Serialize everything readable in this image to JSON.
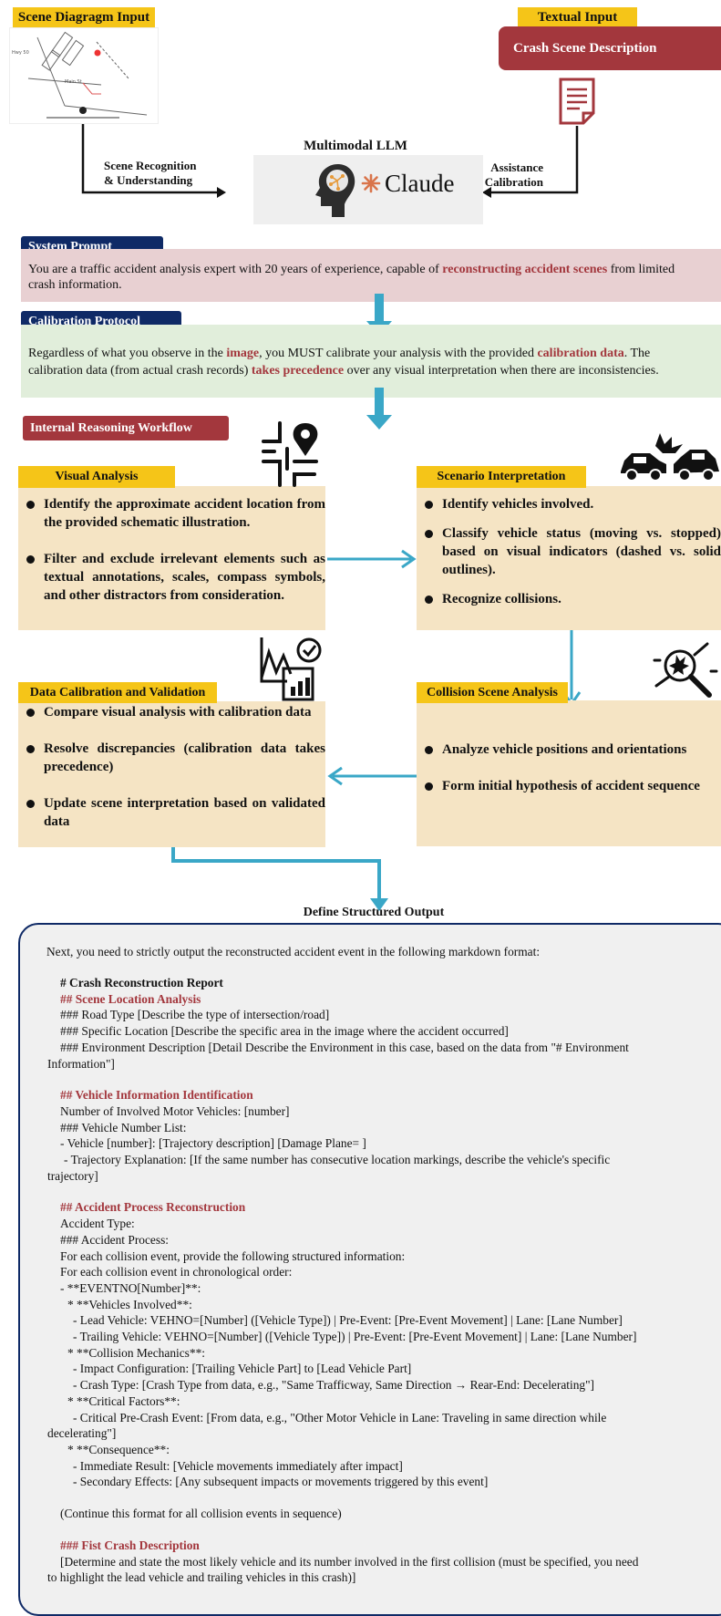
{
  "header": {
    "scene_diagram_label": "Scene Diagragm Input",
    "textual_input_label": "Textual Input",
    "crash_scene_label": "Crash Scene Description",
    "llm_title": "Multimodal LLM",
    "llm_brand": "Claude",
    "left_arrow_label_1": "Scene Recognition",
    "left_arrow_label_2": "& Understanding",
    "right_arrow_label_1": "Assistance",
    "right_arrow_label_2": "for Calibration"
  },
  "system_prompt": {
    "title": "System Prompt",
    "text_1": "You are a traffic accident analysis expert with 20 years of experience, capable of ",
    "highlight": "reconstructing accident scenes",
    "text_2": " from limited",
    "text_3": "crash information."
  },
  "calibration": {
    "title": "Calibration Protocol",
    "t1": "Regardless of what you observe in the ",
    "h1": "image",
    "t2": ", you MUST calibrate your analysis with the provided ",
    "h2": "calibration data",
    "t3": ". The",
    "t4": "calibration data (from actual crash records) ",
    "h3": "takes precedence",
    "t5": " over any visual interpretation when there are inconsistencies."
  },
  "workflow": {
    "title": "Internal Reasoning Workflow",
    "visual": {
      "title": "Visual Analysis",
      "items": [
        "Identify the approximate accident location from the provided schematic illustration.",
        "Filter and exclude irrelevant elements such as textual annotations, scales, compass symbols, and other distractors from consideration."
      ]
    },
    "scenario": {
      "title": "Scenario Interpretation",
      "items": [
        "Identify vehicles involved.",
        "Classify vehicle status (moving vs. stopped) based on visual indicators (dashed vs. solid outlines).",
        "Recognize collisions."
      ]
    },
    "calibration_validation": {
      "title": "Data Calibration and Validation",
      "items": [
        "Compare visual analysis with calibration data",
        "Resolve discrepancies (calibration data takes precedence)",
        "Update scene interpretation based on validated data"
      ]
    },
    "collision": {
      "title": "Collision Scene Analysis",
      "items": [
        "Analyze vehicle positions and orientations",
        "Form initial hypothesis of accident sequence"
      ]
    }
  },
  "output": {
    "title": "Define Structured Output",
    "lines": [
      "Next, you need to strictly output the reconstructed accident event in the following markdown format:",
      "# Crash Reconstruction Report",
      "## Scene Location Analysis",
      "### Road Type [Describe the type of intersection/road]",
      "### Specific Location [Describe the specific area in the image where the accident occurred]",
      "### Environment Description [Detail Describe the Environment in this case, based on the data from \"# Environment",
      "Information\"]",
      "## Vehicle Information Identification",
      "Number of Involved Motor Vehicles: [number]",
      "### Vehicle Number List:",
      "- Vehicle [number]: [Trajectory description] [Damage Plane= ]",
      "- Trajectory Explanation: [If the same number has consecutive location markings, describe the vehicle's specific",
      "trajectory]",
      "## Accident Process Reconstruction",
      "Accident Type:",
      "### Accident Process:",
      "For each collision event, provide the following structured information:",
      "For each collision event in chronological order:",
      "- **EVENTNO[Number]**:",
      "* **Vehicles Involved**:",
      "- Lead Vehicle: VEHNO=[Number] ([Vehicle Type]) | Pre-Event: [Pre-Event Movement] | Lane: [Lane Number]",
      "- Trailing Vehicle: VEHNO=[Number] ([Vehicle Type]) | Pre-Event: [Pre-Event Movement] | Lane: [Lane Number]",
      "* **Collision Mechanics**:",
      "- Impact Configuration: [Trailing Vehicle Part] to [Lead Vehicle Part]",
      "- Crash Type: [Crash Type from data, e.g., \"Same Trafficway, Same Direction → Rear-End: Decelerating\"]",
      "* **Critical Factors**:",
      "- Critical Pre-Crash Event: [From data, e.g., \"Other Motor Vehicle in Lane: Traveling in same direction while",
      "decelerating\"]",
      "* **Consequence**:",
      "- Immediate Result: [Vehicle movements immediately after impact]",
      "- Secondary Effects: [Any subsequent impacts or movements triggered by this event]",
      "(Continue this format for all collision events in sequence)",
      "### Fist Crash Description",
      "[Determine and state the most likely vehicle and its number involved in the first collision (must be specified, you need",
      "to highlight the lead vehicle and trailing vehicles in this crash)]"
    ]
  },
  "colors": {
    "navy": "#0f2a66",
    "maroon": "#a3373d",
    "yellow": "#f5c518",
    "teal": "#3aa7c7",
    "panel": "#f5e4c4"
  }
}
